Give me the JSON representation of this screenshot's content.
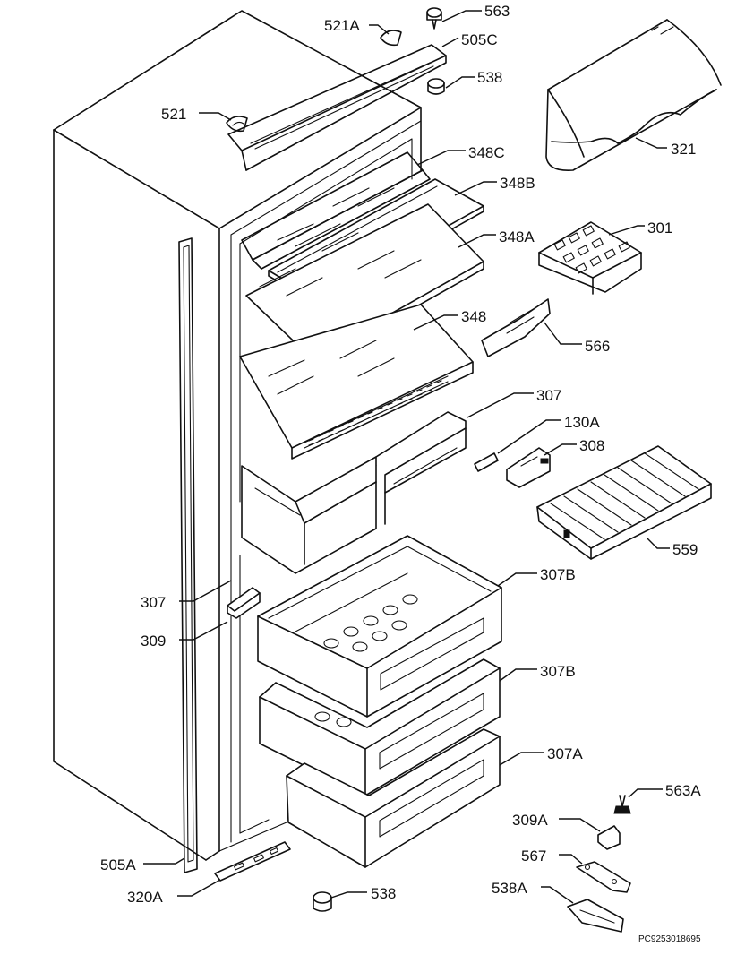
{
  "diagram": {
    "reference_code": "PC9253018695",
    "parts": [
      {
        "id": "563",
        "label": "563"
      },
      {
        "id": "521A",
        "label": "521A"
      },
      {
        "id": "505C",
        "label": "505C"
      },
      {
        "id": "538",
        "label": "538"
      },
      {
        "id": "521",
        "label": "521"
      },
      {
        "id": "321",
        "label": "321"
      },
      {
        "id": "348C",
        "label": "348C"
      },
      {
        "id": "348B",
        "label": "348B"
      },
      {
        "id": "348A",
        "label": "348A"
      },
      {
        "id": "301",
        "label": "301"
      },
      {
        "id": "348",
        "label": "348"
      },
      {
        "id": "566",
        "label": "566"
      },
      {
        "id": "307",
        "label": "307"
      },
      {
        "id": "130A",
        "label": "130A"
      },
      {
        "id": "308",
        "label": "308"
      },
      {
        "id": "559",
        "label": "559"
      },
      {
        "id": "307-left",
        "label": "307"
      },
      {
        "id": "307B-upper",
        "label": "307B"
      },
      {
        "id": "309",
        "label": "309"
      },
      {
        "id": "307B-lower",
        "label": "307B"
      },
      {
        "id": "307A",
        "label": "307A"
      },
      {
        "id": "563A",
        "label": "563A"
      },
      {
        "id": "309A",
        "label": "309A"
      },
      {
        "id": "567",
        "label": "567"
      },
      {
        "id": "505A",
        "label": "505A"
      },
      {
        "id": "538-bottom",
        "label": "538"
      },
      {
        "id": "538A",
        "label": "538A"
      },
      {
        "id": "320A",
        "label": "320A"
      }
    ]
  }
}
